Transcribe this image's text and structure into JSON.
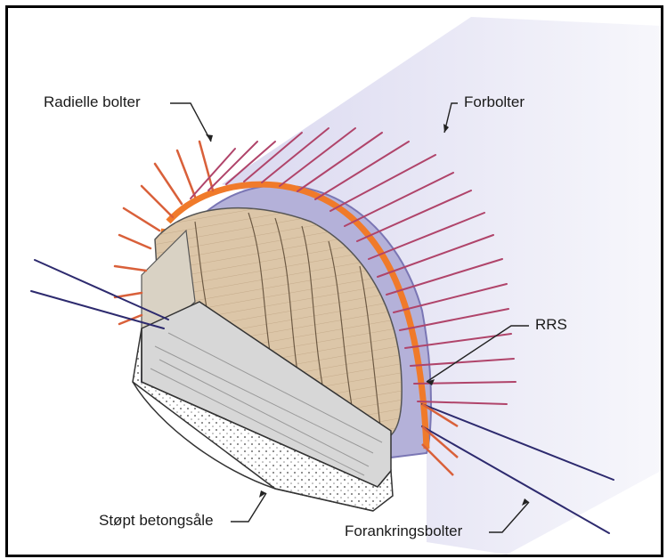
{
  "labels": {
    "radial_bolts": "Radielle bolter",
    "spiling_bolts": "Forbolter",
    "rrs": "RRS",
    "cast_concrete_invert": "Støpt betongsåle",
    "anchor_bolts": "Forankringsbolter"
  },
  "colors": {
    "frame": "#000000",
    "tunnel_shell": "#e3e1f3",
    "shotcrete_lining": "#b4b1d9",
    "rock_face": "#dcc6a8",
    "rrs_arch": "#f07a2a",
    "radial_bolt": "#b0446a",
    "anchor_bolt": "#2d2a6e",
    "invert_concrete": "#d7d7d7"
  },
  "icons": [
    "arrow-pointer-icon"
  ]
}
